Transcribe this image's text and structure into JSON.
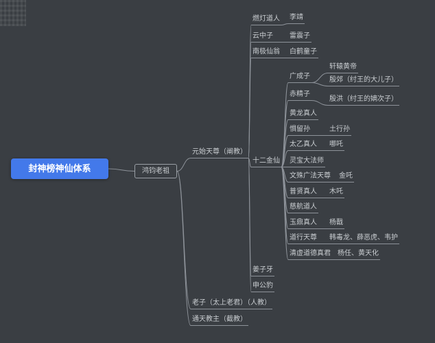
{
  "colors": {
    "background": "#3a3e43",
    "root_bg": "#4379ea",
    "root_text": "#ffffff",
    "node_text": "#c9cdd1",
    "line": "#8e939a",
    "box_border": "#9aa0a6"
  },
  "nodes": {
    "root": "封神榜神仙体系",
    "hongjun": "鸿钧老祖",
    "yuanshi": "元始天尊（阐教）",
    "laozi": "老子（太上老君）（人教）",
    "tongtian": "通天教主（截教）",
    "randeng": "燃灯道人",
    "lijing": "李靖",
    "yunzhongzi": "云中子",
    "leizhenzi": "雷震子",
    "nanji": "南极仙翁",
    "baihe": "白鹤童子",
    "shierjinxian": "十二金仙",
    "jiangziya": "姜子牙",
    "shengongbao": "申公豹",
    "guangchengzi": "广成子",
    "xuanyuan": "轩辕黄帝",
    "yinjiao": "殷郊（纣王的大儿子）",
    "chijingzi": "赤精子",
    "yinhong": "殷洪（纣王的嫡次子）",
    "huanglong": "黄龙真人",
    "juliusun": "惧留孙",
    "tuxingsun": "土行孙",
    "taiyi": "太乙真人",
    "nezha": "哪吒",
    "lingbao": "灵宝大法师",
    "wenshu": "文殊广法天尊",
    "jinzha": "金吒",
    "puxian": "普贤真人",
    "muzha": "木吒",
    "cihang": "慈航道人",
    "yuding": "玉鼎真人",
    "yangjian": "杨戬",
    "daoxing": "道行天尊",
    "daoxing_students": "韩毒龙、薛恶虎、韦护",
    "qingxu": "清虚道德真君",
    "qingxu_students": "杨任、黄天化"
  }
}
